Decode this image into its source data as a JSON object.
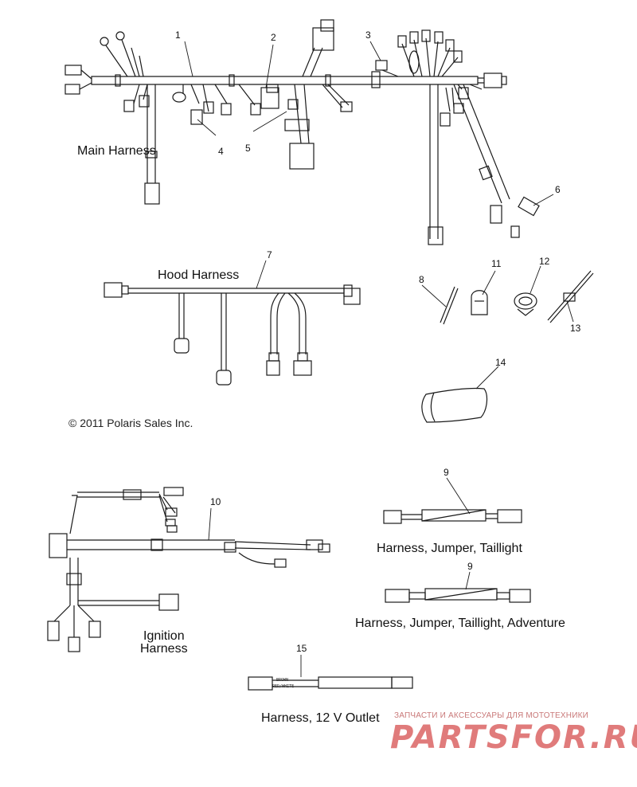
{
  "labels": {
    "main_harness": "Main Harness",
    "hood_harness": "Hood Harness",
    "copyright": "© 2011 Polaris Sales Inc.",
    "ignition_harness_line1": "Ignition",
    "ignition_harness_line2": "Harness",
    "jumper_taillight": "Harness, Jumper, Taillight",
    "jumper_taillight_adventure": "Harness, Jumper, Taillight, Adventure",
    "outlet_12v": "Harness, 12 V Outlet"
  },
  "callouts": {
    "c1": "1",
    "c2": "2",
    "c3": "3",
    "c4": "4",
    "c5": "5",
    "c6": "6",
    "c7": "7",
    "c8": "8",
    "c9a": "9",
    "c9b": "9",
    "c10": "10",
    "c11": "11",
    "c12": "12",
    "c13": "13",
    "c14": "14",
    "c15": "15"
  },
  "wire_tags": {
    "brown": "BROWN",
    "red_white": "RED/WHITE"
  },
  "watermark": {
    "tagline": "ЗАПЧАСТИ И АКСЕССУАРЫ ДЛЯ МОТОТЕХНИКИ",
    "brand": "PARTSFOR.RU"
  },
  "colors": {
    "line": "#1a1a1a",
    "watermark": "#e07b7b"
  }
}
